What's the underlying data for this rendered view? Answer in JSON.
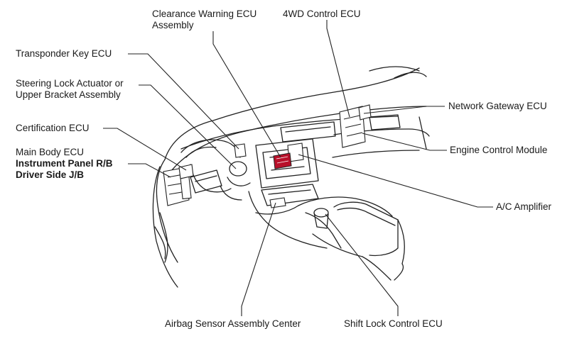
{
  "labels": {
    "clearance_warning_ecu": [
      "Clearance Warning ECU",
      "Assembly"
    ],
    "four_wd_control_ecu": "4WD Control ECU",
    "transponder_key_ecu": "Transponder Key ECU",
    "steering_lock_actuator": [
      "Steering Lock Actuator or",
      "Upper Bracket Assembly"
    ],
    "certification_ecu": "Certification ECU",
    "main_body_ecu": "Main Body ECU",
    "instrument_panel_rb": "Instrument Panel R/B",
    "driver_side_jb": "Driver Side J/B",
    "network_gateway_ecu": "Network Gateway ECU",
    "engine_control_module": "Engine Control Module",
    "ac_amplifier": "A/C Amplifier",
    "airbag_sensor_assembly_center": "Airbag Sensor Assembly Center",
    "shift_lock_control_ecu": "Shift Lock Control ECU"
  },
  "colors": {
    "line": "#222222",
    "highlight": "#b8102a"
  }
}
